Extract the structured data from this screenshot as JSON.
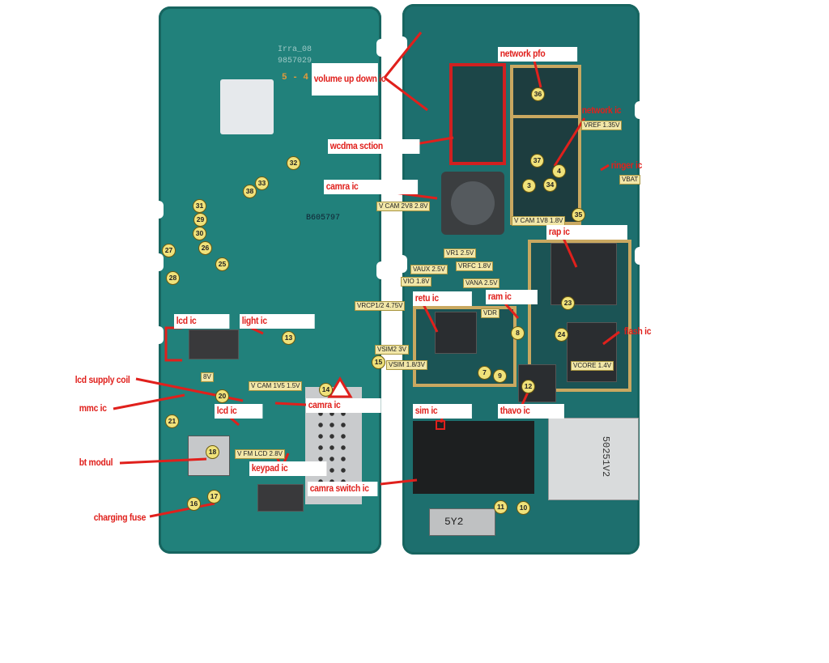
{
  "board_silkscreen": {
    "irra": "Irra_08",
    "serial": "9857029",
    "marker": "5 - 4",
    "board_code": "B605797",
    "vibrator": "5Y2",
    "sd_slot": "50251V2"
  },
  "labels": [
    "volume up down ic",
    "network pfo",
    "network ic",
    "wcdma sction",
    "ringer ic",
    "camra ic",
    "rap ic",
    "retu ic",
    "ram ic",
    "flash ic",
    "lcd ic",
    "light ic",
    "lcd supply coil",
    "mmc ic",
    "camra ic",
    "lcd ic",
    "sim ic",
    "thavo ic",
    "bt modul",
    "keypad ic",
    "camra switch ic",
    "charging fuse"
  ],
  "voltages": [
    "V CAM 2V8 2.8V",
    "V CAM 1V8 1.8V",
    "VREF 1.35V",
    "VBAT",
    "VR1 2.5V",
    "VAUX 2.5V",
    "VRFC 1.8V",
    "VIO 1.8V",
    "VANA 2.5V",
    "VDR",
    "VRCP1/2 4.75V",
    "VSIM2 3V",
    "VSIM 1.8/3V",
    "VCORE 1.4V",
    "V CAM 1V5 1.5V",
    "V FM LCD 2.8V",
    "8V"
  ],
  "test_points": [
    "32",
    "33",
    "38",
    "31",
    "29",
    "30",
    "27",
    "26",
    "25",
    "28",
    "13",
    "14",
    "15",
    "20",
    "21",
    "18",
    "16",
    "17",
    "36",
    "37",
    "4",
    "3",
    "34",
    "35",
    "23",
    "24",
    "8",
    "7",
    "9",
    "12",
    "11",
    "10"
  ],
  "colors": {
    "label_text": "#e0201c",
    "arrow": "#e0201c",
    "board": "#1f7d78",
    "voltage_tag": "#f2e7a8",
    "test_point": "#f0e27a"
  }
}
